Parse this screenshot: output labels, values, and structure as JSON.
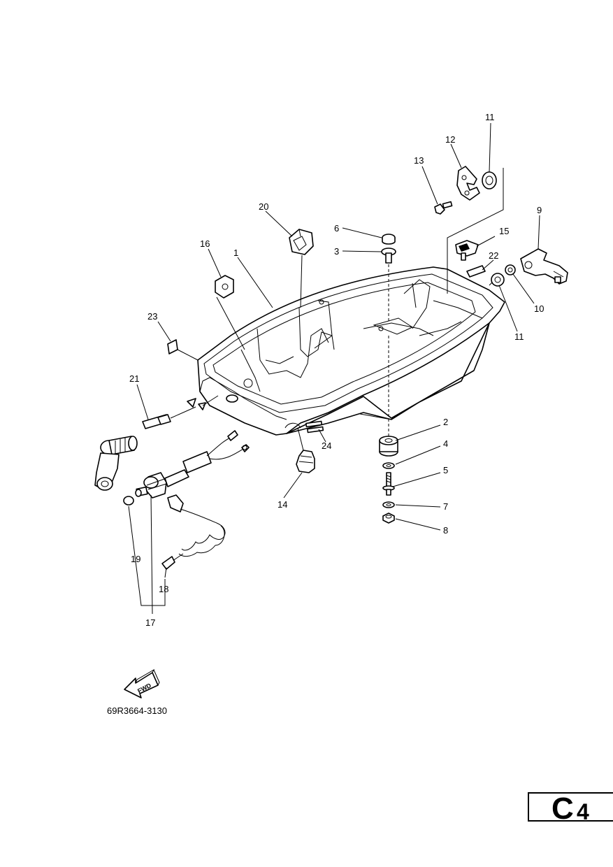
{
  "parts": [
    {
      "id": "1",
      "label": "1"
    },
    {
      "id": "2",
      "label": "2"
    },
    {
      "id": "3",
      "label": "3"
    },
    {
      "id": "4",
      "label": "4"
    },
    {
      "id": "5",
      "label": "5"
    },
    {
      "id": "6",
      "label": "6"
    },
    {
      "id": "7",
      "label": "7"
    },
    {
      "id": "8",
      "label": "8"
    },
    {
      "id": "9",
      "label": "9"
    },
    {
      "id": "10",
      "label": "10"
    },
    {
      "id": "11a",
      "label": "11"
    },
    {
      "id": "11b",
      "label": "11"
    },
    {
      "id": "12",
      "label": "12"
    },
    {
      "id": "13",
      "label": "13"
    },
    {
      "id": "14",
      "label": "14"
    },
    {
      "id": "15",
      "label": "15"
    },
    {
      "id": "16",
      "label": "16"
    },
    {
      "id": "17",
      "label": "17"
    },
    {
      "id": "18",
      "label": "18"
    },
    {
      "id": "19",
      "label": "19"
    },
    {
      "id": "20",
      "label": "20"
    },
    {
      "id": "21",
      "label": "21"
    },
    {
      "id": "22",
      "label": "22"
    },
    {
      "id": "23",
      "label": "23"
    },
    {
      "id": "24",
      "label": "24"
    }
  ],
  "fwd_label": "FWD",
  "diagram_code": "69R3664-3130",
  "section": {
    "letter": "C",
    "number": "4"
  }
}
